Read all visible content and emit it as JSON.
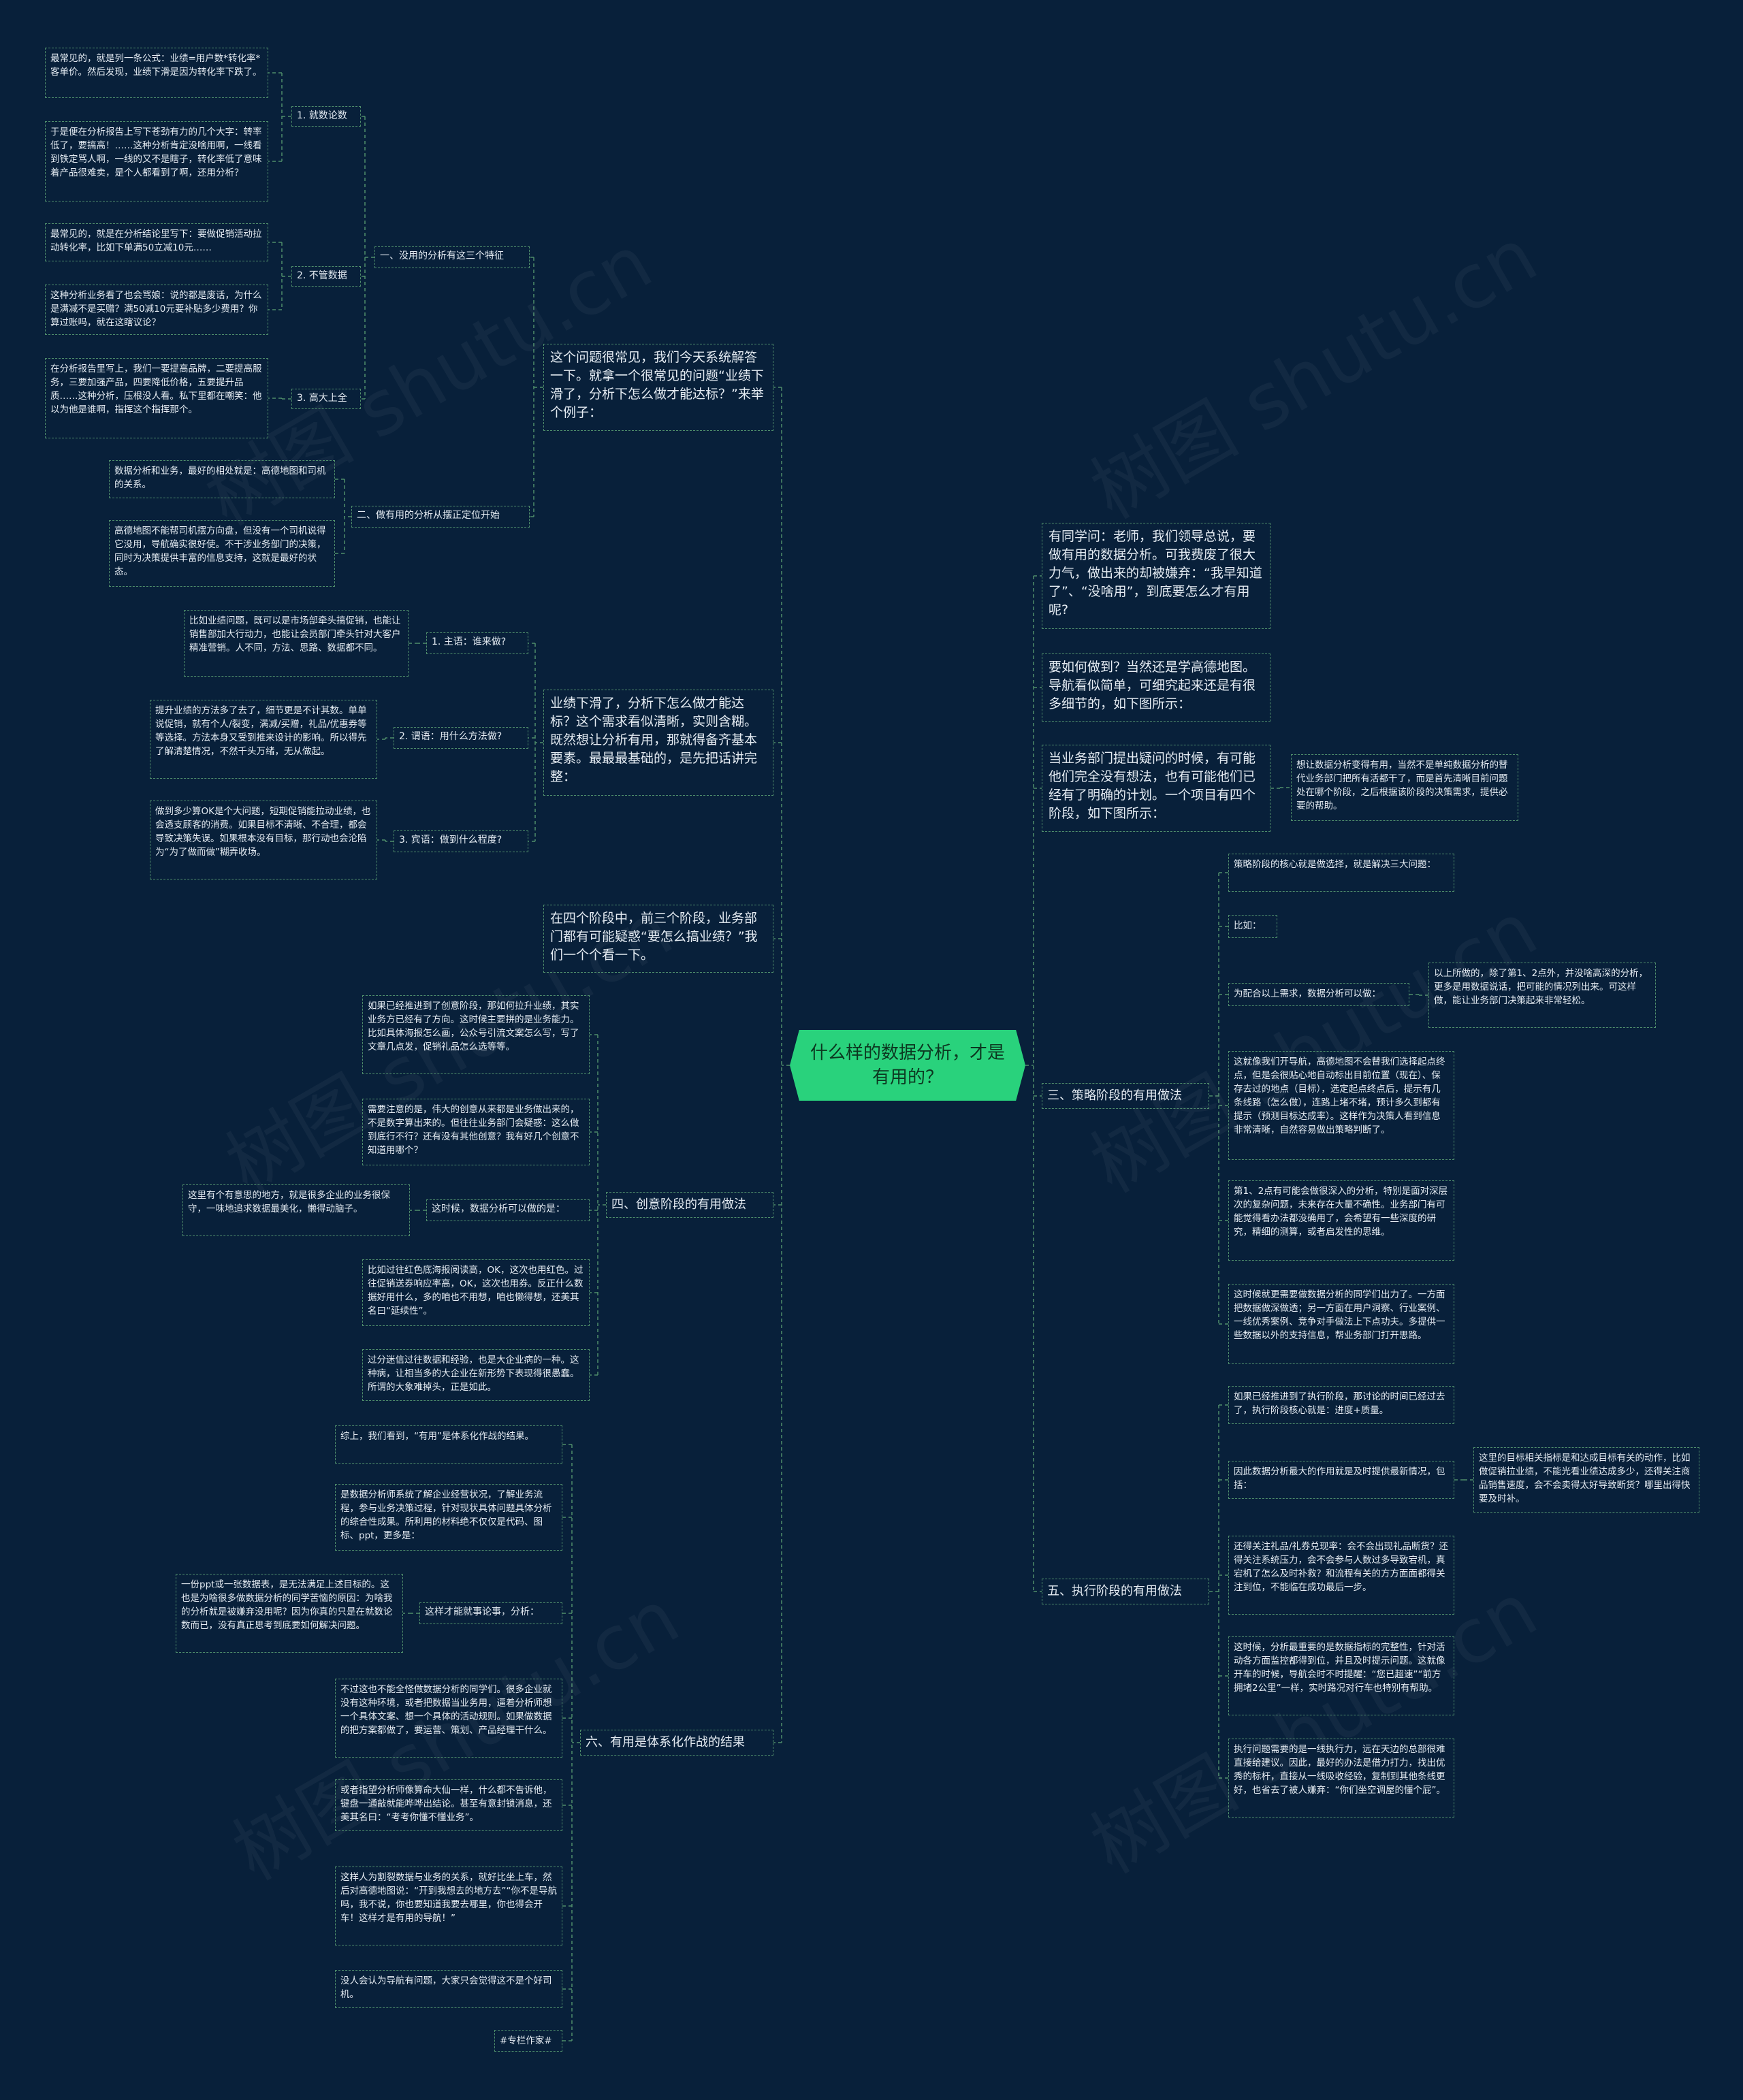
{
  "root": "什么样的数据分析，才是有用的？",
  "watermark": "树图 shutu.cn",
  "left": {
    "b1": {
      "text": "这个问题很常见，我们今天系统解答一下。就拿一个很常见的问题“业绩下滑了，分析下怎么做才能达标？”来举个例子：",
      "s1": {
        "label": "一、没用的分析有这三个特征",
        "g1": {
          "label": "1. 就数论数",
          "leaves": [
            "最常见的，就是列一条公式：业绩=用户数*转化率*客单价。然后发现，业绩下滑是因为转化率下跌了。",
            "于是便在分析报告上写下苍劲有力的几个大字：转率低了，要搞高！……这种分析肯定没啥用啊，一线看到铁定骂人啊，一线的又不是瞎子，转化率低了意味着产品很难卖，是个人都看到了啊，还用分析？"
          ]
        },
        "g2": {
          "label": "2. 不管数据",
          "leaves": [
            "最常见的，就是在分析结论里写下：要做促销活动拉动转化率，比如下单满50立减10元……",
            "这种分析业务看了也会骂娘：说的都是废话，为什么是满减不是买赠？满50减10元要补贴多少费用？你算过账吗，就在这瞎议论？"
          ]
        },
        "g3": {
          "label": "3. 高大上全",
          "leaves": [
            "在分析报告里写上，我们一要提高品牌，二要提高服务，三要加强产品，四要降低价格，五要提升品质……这种分析，压根没人看。私下里都在嘲笑：他以为他是谁啊，指挥这个指挥那个。"
          ]
        }
      },
      "s2": {
        "label": "二、做有用的分析从摆正定位开始",
        "leaves": [
          "数据分析和业务，最好的相处就是：高德地图和司机的关系。",
          "高德地图不能帮司机摆方向盘，但没有一个司机说得它没用，导航确实很好使。不干涉业务部门的决策，同时为决策提供丰富的信息支持，这就是最好的状态。"
        ]
      }
    },
    "b2": {
      "text": "业绩下滑了，分析下怎么做才能达标？这个需求看似清晰，实则含糊。既然想让分析有用，那就得备齐基本要素。最最最基础的，是先把话讲完整：",
      "items": [
        {
          "label": "1. 主语：谁来做?",
          "leaf": "比如业绩问题，既可以是市场部牵头搞促销，也能让销售部加大行动力，也能让会员部门牵头针对大客户精准营销。人不同，方法、思路、数据都不同。"
        },
        {
          "label": "2. 谓语：用什么方法做?",
          "leaf": "提升业绩的方法多了去了，细节更是不计其数。单单说促销，就有个人/裂变，满减/买赠，礼品/优惠券等等选择。方法本身又受到推来设计的影响。所以得先了解清楚情况，不然千头万绪，无从做起。"
        },
        {
          "label": "3. 宾语：做到什么程度?",
          "leaf": "做到多少算OK是个大问题，短期促销能拉动业绩，也会透支顾客的消费。如果目标不清晰、不合理，都会导致决策失误。如果根本没有目标，那行动也会沦陷为“为了做而做”糊弄收场。"
        }
      ]
    },
    "b3": {
      "text": "在四个阶段中，前三个阶段，业务部门都有可能疑惑“要怎么搞业绩？”我们一个个看一下。"
    },
    "b4": {
      "label": "四、创意阶段的有用做法",
      "leaves_top": [
        "如果已经推进到了创意阶段，那如何拉升业绩，其实业务方已经有了方向。这时候主要拼的是业务能力。比如具体海报怎么画，公众号引流文案怎么写，写了文章几点发，促销礼品怎么选等等。",
        "需要注意的是，伟大的创意从来都是业务做出来的，不是数字算出来的。但往往业务部门会疑惑：这么做到底行不行？还有没有其他创意？我有好几个创意不知道用哪个？"
      ],
      "mid_label": "这时候，数据分析可以做的是：",
      "mid_leaf": "这里有个有意思的地方，就是很多企业的业务很保守，一味地追求数据最美化，懒得动脑子。",
      "leaves_bottom": [
        "比如过往红色底海报阅读高，OK，这次也用红色。过往促销送券响应率高，OK，这次也用券。反正什么数据好用什么，多的咱也不用想，咱也懒得想，还美其名曰“延续性”。",
        "过分迷信过往数据和经验，也是大企业病的一种。这种病，让相当多的大企业在新形势下表现得很愚蠢。所谓的大象难掉头，正是如此。"
      ]
    },
    "b5": {
      "label": "六、有用是体系化作战的结果",
      "leaves_top": [
        "综上，我们看到，“有用”是体系化作战的结果。",
        "是数据分析师系统了解企业经营状况，了解业务流程，参与业务决策过程，针对现状具体问题具体分析的综合性成果。所利用的材料绝不仅仅是代码、图标、ppt，更多是："
      ],
      "mid_label": "这样才能就事论事，分析：",
      "mid_leaf": "一份ppt或一张数据表，是无法满足上述目标的。这也是为啥很多做数据分析的同学苦恼的原因：为啥我的分析就是被嫌弃没用呢？因为你真的只是在就数论数而已，没有真正思考到底要如何解决问题。",
      "leaves_bottom": [
        "不过这也不能全怪做数据分析的同学们。很多企业就没有这种环境，或者把数据当业务用，逼着分析师想一个具体文案、想一个具体的活动规则。如果做数据的把方案都做了，要运营、策划、产品经理干什么。",
        "或者指望分析师像算命大仙一样，什么都不告诉他，键盘一通敲就能哗哗出结论。甚至有意封锁消息，还美其名曰：“考考你懂不懂业务”。",
        "这样人为割裂数据与业务的关系，就好比坐上车，然后对高德地图说：“开到我想去的地方去”“你不是导航吗，我不说，你也要知道我要去哪里，你也得会开车！这样才是有用的导航！”",
        "没人会认为导航有问题，大家只会觉得这不是个好司机。",
        "#专栏作家#"
      ]
    }
  },
  "right": {
    "r1": "有同学问：老师，我们领导总说，要做有用的数据分析。可我费废了很大力气，做出来的却被嫌弃：“我早知道了”、“没啥用”，到底要怎么才有用呢?",
    "r2": "要如何做到？当然还是学高德地图。导航看似简单，可细究起来还是有很多细节的，如下图所示：",
    "r3": {
      "text": "当业务部门提出疑问的时候，有可能他们完全没有想法，也有可能他们已经有了明确的计划。一个项目有四个阶段，如下图所示：",
      "leaf": "想让数据分析变得有用，当然不是单纯数据分析的替代业务部门把所有活都干了，而是首先清晰目前问题处在哪个阶段，之后根据该阶段的决策需求，提供必要的帮助。"
    },
    "b6": {
      "label": "三、策略阶段的有用做法",
      "leaves": [
        "策略阶段的核心就是做选择，就是解决三大问题：",
        "比如：",
        "为配合以上需求，数据分析可以做：",
        "这就像我们开导航，高德地图不会替我们选择起点终点，但是会很贴心地自动标出目前位置（现在）、保存去过的地点（目标），选定起点终点后，提示有几条线路（怎么做），连路上堵不堵，预计多久到都有提示（预测目标达成率）。这样作为决策人看到信息非常清晰，自然容易做出策略判断了。",
        "第1、2点有可能会做很深入的分析，特别是面对深层次的复杂问题，未来存在大量不确性。业务部门有可能觉得看办法都没确用了，会希望有一些深度的研究，精细的测算，或者启发性的思维。",
        "这时候就更需要做数据分析的同学们出力了。一方面把数据做深做透；另一方面在用户洞察、行业案例、一线优秀案例、竞争对手做法上下点功夫。多提供一些数据以外的支持信息，帮业务部门打开思路。"
      ],
      "side_leaf": "以上所做的，除了第1、2点外，并没啥高深的分析，更多是用数据说话，把可能的情况列出来。可这样做，能让业务部门决策起来非常轻松。"
    },
    "b7": {
      "label": "五、执行阶段的有用做法",
      "leaves": [
        "如果已经推进到了执行阶段，那讨论的时间已经过去了，执行阶段核心就是：进度+质量。",
        "因此数据分析最大的作用就是及时提供最新情况，包括：",
        "还得关注礼品/礼券兑现率：会不会出现礼品断货？还得关注系统压力，会不会参与人数过多导致宕机，真宕机了怎么及时补救？和流程有关的方方面面都得关注到位，不能临在成功最后一步。",
        "这时候，分析最重要的是数据指标的完整性，针对活动各方面监控都得到位，并且及时提示问题。这就像开车的时候，导航会时不时提醒：“您已超速”“前方拥堵2公里”一样，实时路况对行车也特别有帮助。",
        "执行问题需要的是一线执行力，远在天边的总部很难直接给建议。因此，最好的办法是借力打力，找出优秀的标杆，直接从一线吸收经验，复制到其他条线更好，也省去了被人嫌弃：“你们坐空调屋的懂个屁”。"
      ],
      "side_leaf": "这里的目标相关指标是和达成目标有关的动作，比如做促销拉业绩，不能光看业绩达成多少，还得关注商品销售速度，会不会卖得太好导致断货？哪里出得快要及时补。"
    }
  }
}
